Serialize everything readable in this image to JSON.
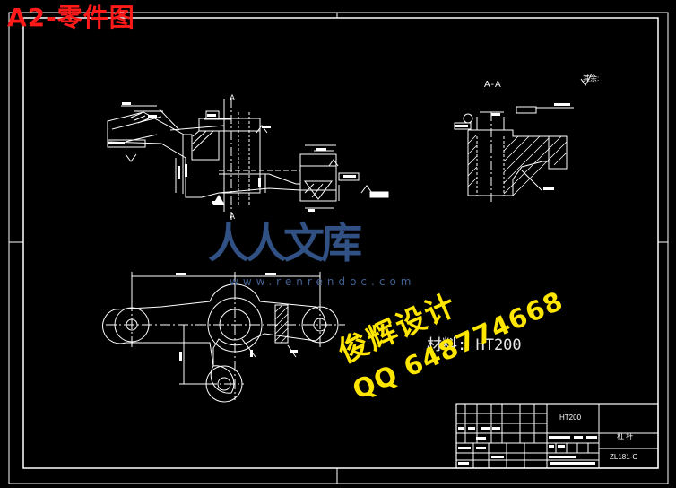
{
  "sheet": {
    "title_label": "A2-零件图",
    "section_label": "A-A",
    "view_label_a": "A",
    "roughness_note": "其余:",
    "material_note": "材料: HT200"
  },
  "title_block": {
    "material": "HT200",
    "part_name": "杠 杆",
    "drawing_no": "ZL181-C"
  },
  "watermarks": {
    "site_name": "人人文库",
    "site_url": "www.renrendoc.com",
    "designer": "俊辉设计",
    "qq": "QQ 648774668"
  }
}
